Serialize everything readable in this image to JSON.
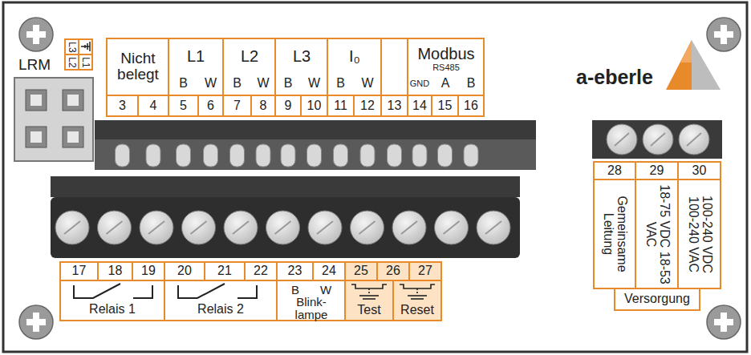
{
  "diagram": {
    "labels": [
      "L2",
      "L3",
      "L1",
      "LRM",
      "Nicht belegt",
      "L1",
      "L2",
      "L3",
      "I₀",
      "Modbus",
      "RS485",
      "B",
      "W",
      "B",
      "W",
      "B",
      "W",
      "B",
      "W",
      "GND",
      "A",
      "B",
      "3",
      "4",
      "5",
      "6",
      "7",
      "8",
      "9",
      "10",
      "11",
      "12",
      "13",
      "14",
      "15",
      "16",
      "a-eberle",
      "28",
      "29",
      "30",
      "Gemeinsame Leitung",
      "18-75 VDC 18-53 VAC",
      "100-240 VDC 100-240 VAC",
      "Versorgung",
      "17",
      "18",
      "19",
      "20",
      "21",
      "22",
      "23",
      "24",
      "25",
      "26",
      "27",
      "Relais 1",
      "Relais 2",
      "B",
      "W",
      "Blink- lampe",
      "Test",
      "Reset"
    ]
  }
}
